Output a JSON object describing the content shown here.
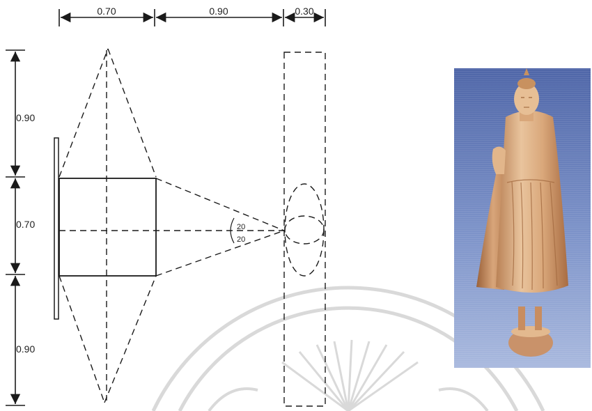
{
  "dimensions": {
    "top": [
      "0.70",
      "0.90",
      "0.30"
    ],
    "left": [
      "0.90",
      "0.70",
      "0.90"
    ]
  },
  "angles": {
    "upper": "20",
    "lower": "20"
  },
  "colors": {
    "line": "#1a1a1a",
    "background_stripe_top": "#5f76b4",
    "background_stripe_bottom": "#9fb2dc",
    "statue_light": "#e8c39c",
    "statue_mid": "#c98f60",
    "statue_dark": "#8a5433",
    "watermark": "#d8d8d8"
  },
  "icons": {
    "photo": "buddha-statue-photo",
    "watermark": "university-seal-watermark"
  }
}
